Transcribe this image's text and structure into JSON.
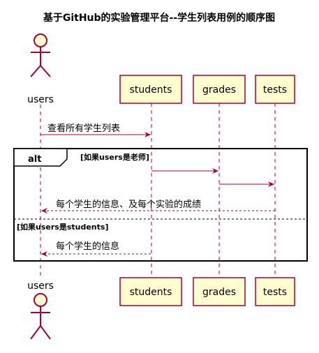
{
  "title": "基于GitHub的实验管理平台--学生列表用例的顺序图",
  "participants": {
    "users": "users",
    "students": "students",
    "grades": "grades",
    "tests": "tests"
  },
  "messages": {
    "m1": "查看所有学生列表",
    "m4": "每个学生的信息、及每个实验的成绩",
    "m5": "每个学生的信息"
  },
  "alt": {
    "keyword": "alt",
    "guard1": "[如果users是老师]",
    "guard2": "[如果users是students]"
  },
  "colors": {
    "participant_fill": "#FEFECE",
    "participant_border": "#A80036",
    "arrow": "#A80036",
    "lifeline": "#A80036"
  }
}
